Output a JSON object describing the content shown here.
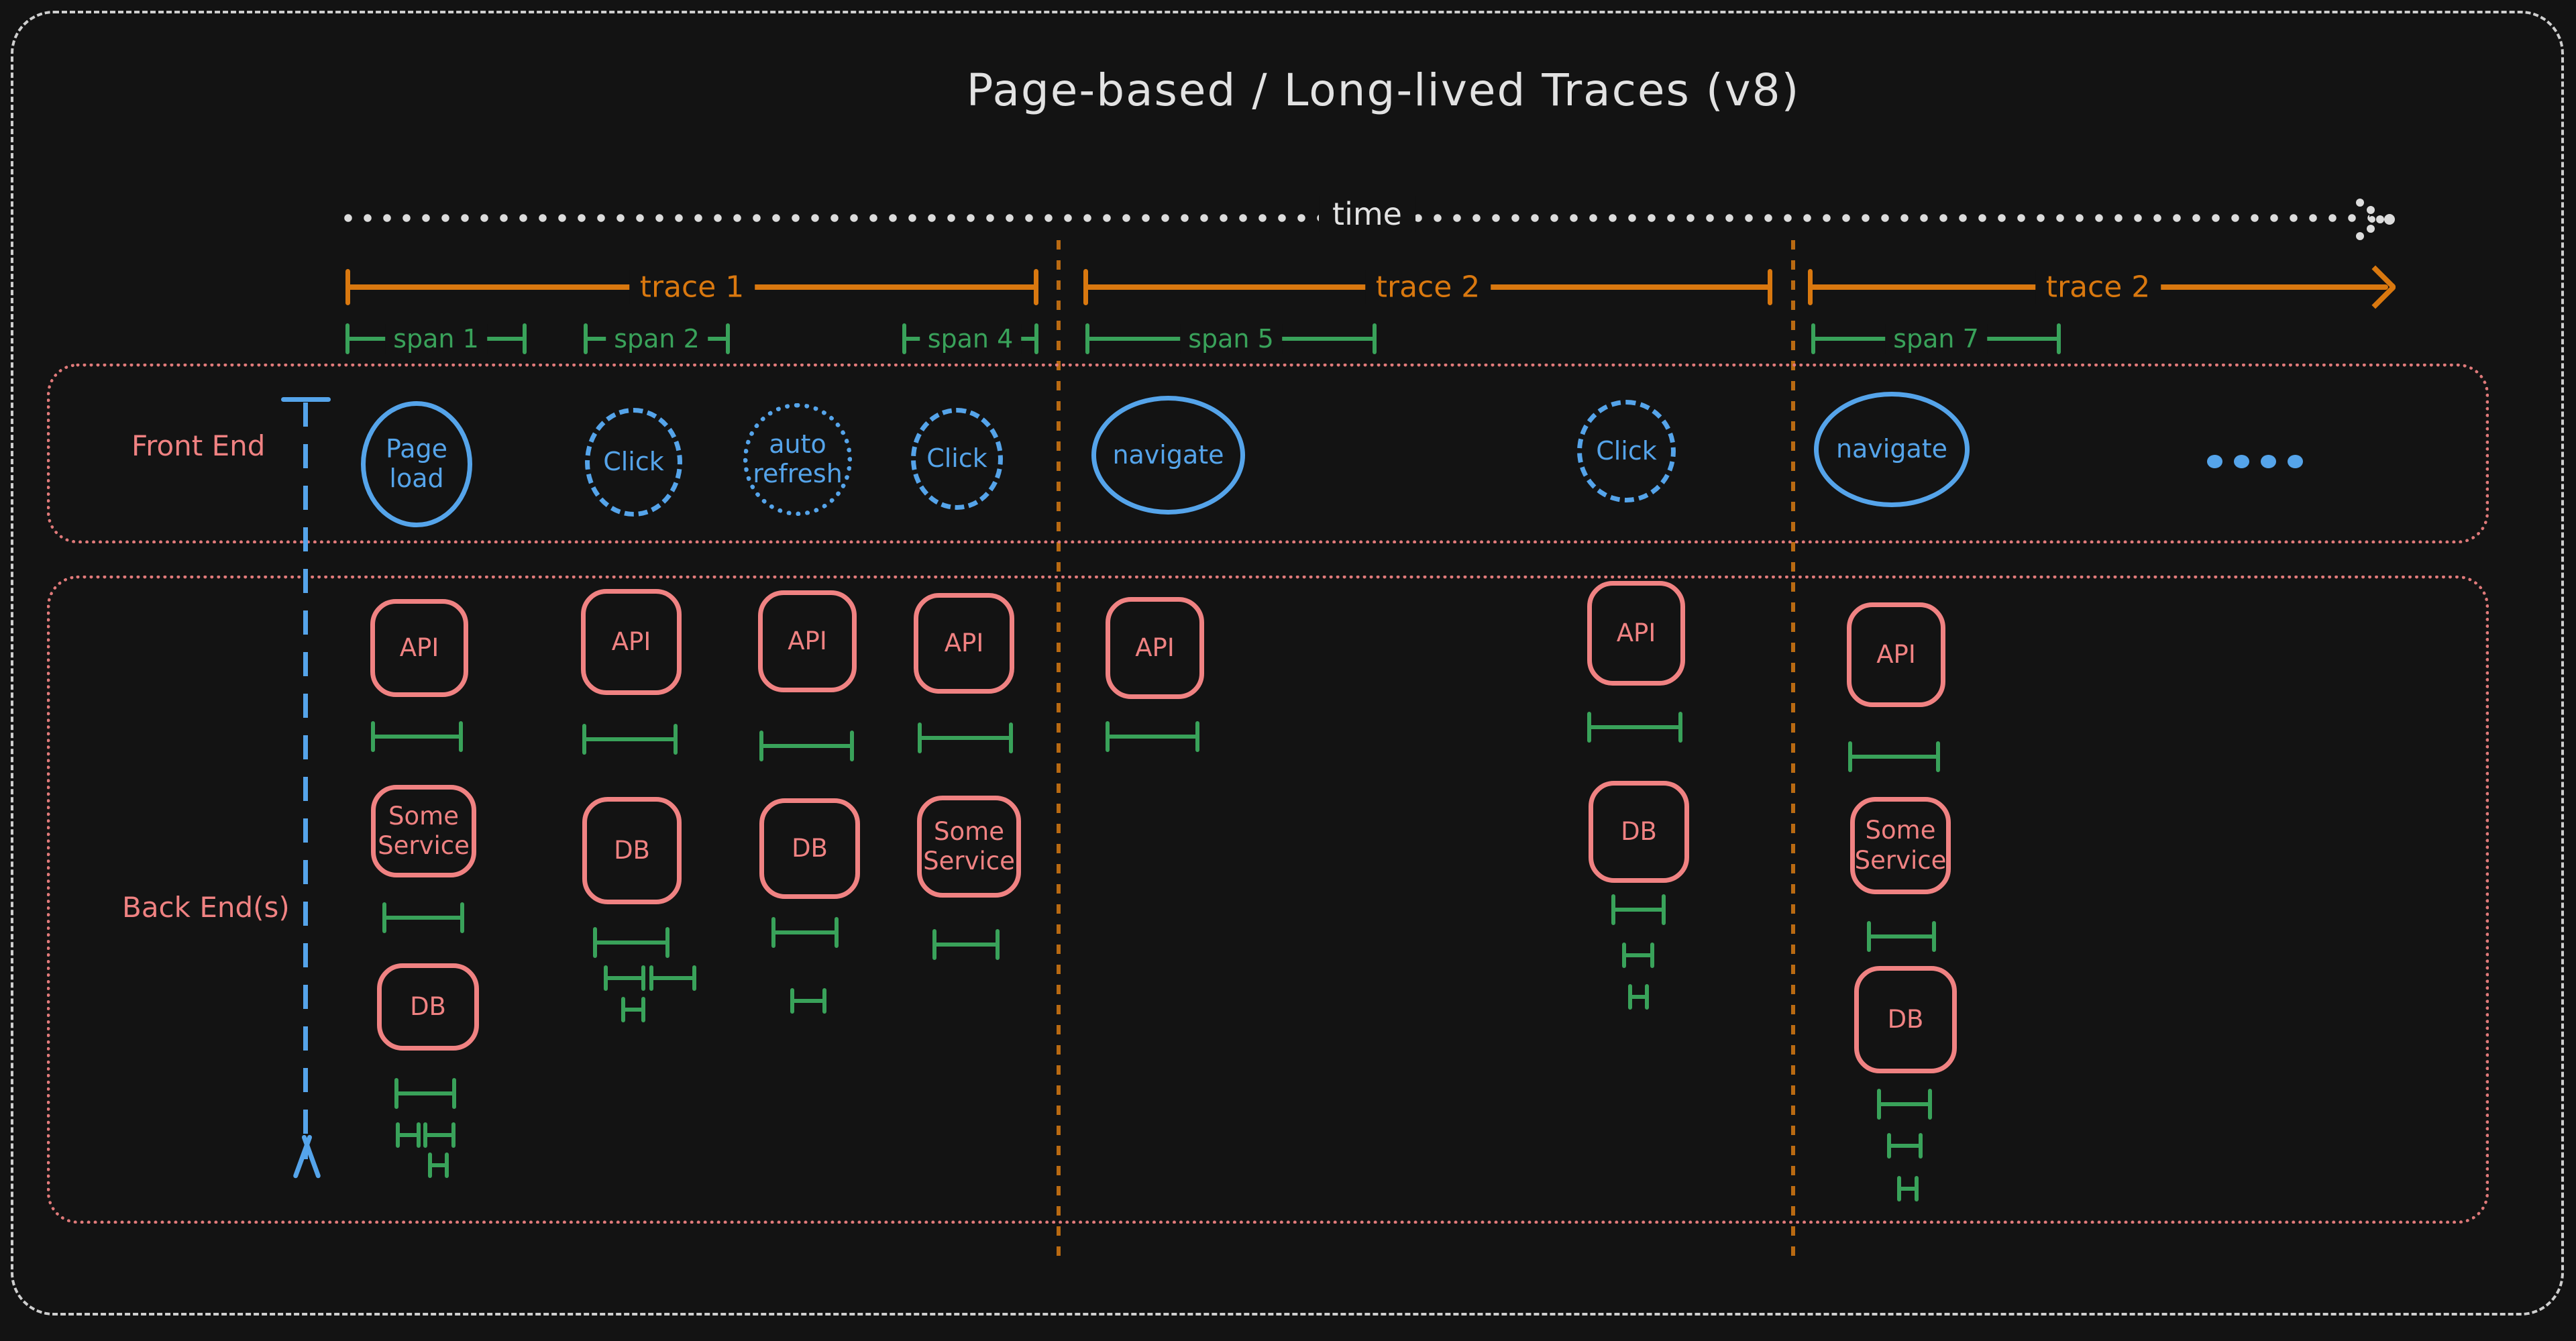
{
  "title": "Page-based / Long-lived Traces (v8)",
  "timeline": {
    "label": "time"
  },
  "traces": [
    {
      "label": "trace 1"
    },
    {
      "label": "trace 2"
    },
    {
      "label": "trace 2"
    }
  ],
  "spans": [
    {
      "label": "span 1"
    },
    {
      "label": "span 2"
    },
    {
      "label": "span 4"
    },
    {
      "label": "span 5"
    },
    {
      "label": "span 7"
    }
  ],
  "lanes": {
    "front_end": {
      "label": "Front End"
    },
    "back_end": {
      "label": "Back End(s)"
    }
  },
  "frontend_events": [
    {
      "label": "Page load",
      "border": "solid"
    },
    {
      "label": "Click",
      "border": "dashed"
    },
    {
      "label": "auto refresh",
      "border": "dotted"
    },
    {
      "label": "Click",
      "border": "dashed"
    },
    {
      "label": "navigate",
      "border": "solid"
    },
    {
      "label": "Click",
      "border": "dashed"
    },
    {
      "label": "navigate",
      "border": "solid"
    },
    {
      "label": "....",
      "border": "none"
    }
  ],
  "backend_columns": [
    {
      "boxes": [
        "API",
        "Some Service",
        "DB"
      ]
    },
    {
      "boxes": [
        "API",
        "DB"
      ]
    },
    {
      "boxes": [
        "API",
        "DB"
      ]
    },
    {
      "boxes": [
        "API",
        "Some Service"
      ]
    },
    {
      "boxes": [
        "API"
      ]
    },
    {
      "boxes": [
        "API",
        "DB"
      ]
    },
    {
      "boxes": [
        "API",
        "Some Service",
        "DB"
      ]
    }
  ],
  "colors": {
    "bg": "#131313",
    "ink": "#e2e2e2",
    "orange": "#d9780f",
    "orange-dim": "#b96a12",
    "green": "#39a25a",
    "blue": "#55a4ea",
    "salmon": "#f08282",
    "salmon-dim": "#e07a7a"
  }
}
